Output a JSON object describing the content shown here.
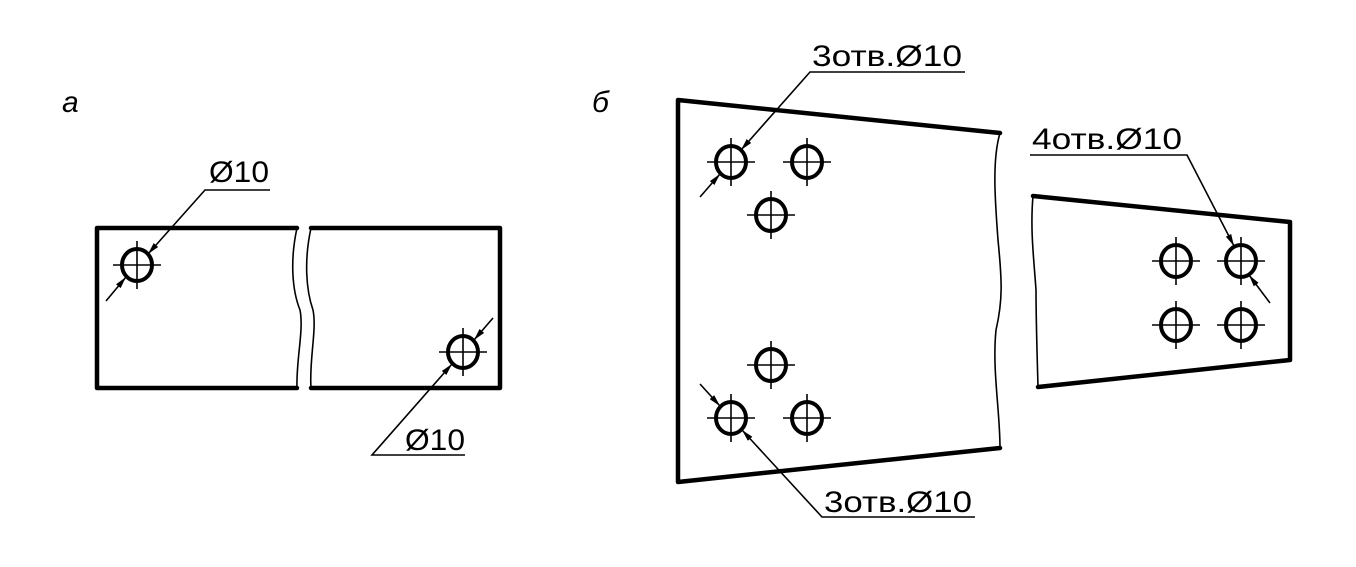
{
  "figure_a": {
    "label": "а",
    "callouts": [
      "Ø10",
      "Ø10"
    ]
  },
  "figure_b": {
    "label": "б",
    "callouts": [
      "3отв.Ø10",
      "4отв.Ø10",
      "3отв.Ø10"
    ]
  },
  "colors": {
    "line": "#000000",
    "background": "#ffffff"
  }
}
